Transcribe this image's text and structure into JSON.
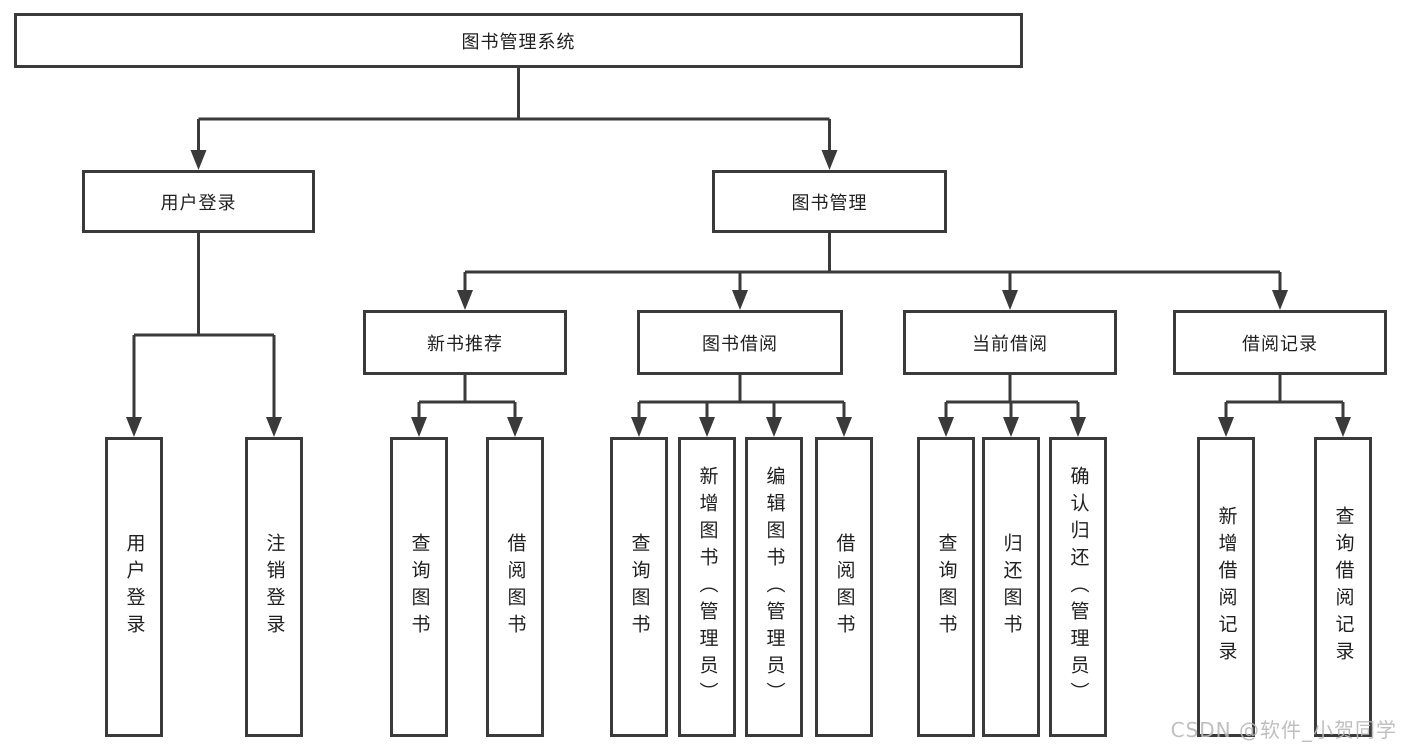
{
  "tree": {
    "label": "图书管理系统",
    "children": [
      {
        "label": "用户登录",
        "children": [
          {
            "label": "用户登录"
          },
          {
            "label": "注销登录"
          }
        ]
      },
      {
        "label": "图书管理",
        "children": [
          {
            "label": "新书推荐",
            "children": [
              {
                "label": "查询图书"
              },
              {
                "label": "借阅图书"
              }
            ]
          },
          {
            "label": "图书借阅",
            "children": [
              {
                "label": "查询图书"
              },
              {
                "label": "新增图书（管理员）"
              },
              {
                "label": "编辑图书（管理员）"
              },
              {
                "label": "借阅图书"
              }
            ]
          },
          {
            "label": "当前借阅",
            "children": [
              {
                "label": "查询图书"
              },
              {
                "label": "归还图书"
              },
              {
                "label": "确认归还（管理员）"
              }
            ]
          },
          {
            "label": "借阅记录",
            "children": [
              {
                "label": "新增借阅记录"
              },
              {
                "label": "查询借阅记录"
              }
            ]
          }
        ]
      }
    ]
  },
  "colors": {
    "line": "#3a3a3a",
    "text": "#1f1f1f",
    "background": "#ffffff",
    "watermark": "#b9b9b9"
  },
  "watermark": {
    "text": "CSDN @软件_小贺同学"
  }
}
